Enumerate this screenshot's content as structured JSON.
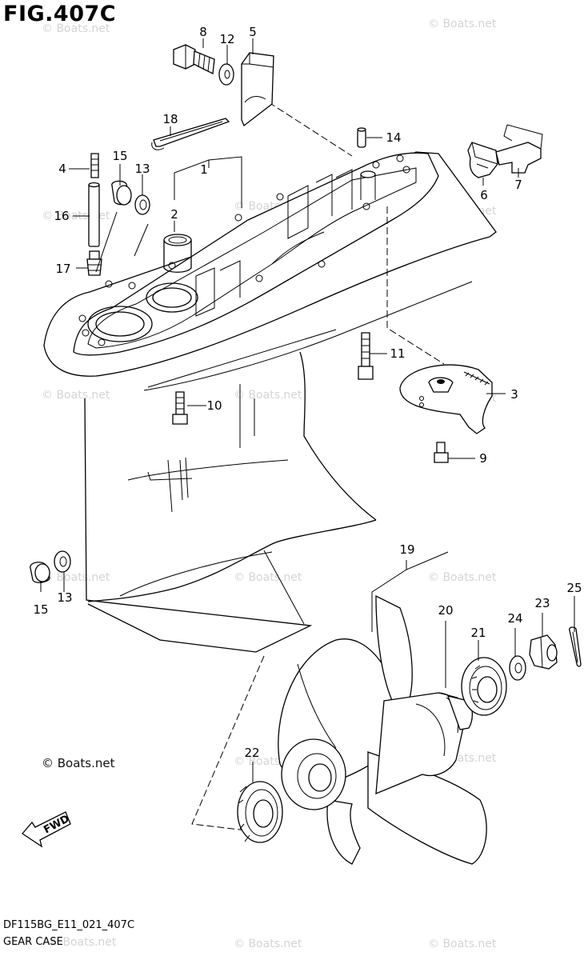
{
  "figure": {
    "title": "FIG.407C",
    "code": "DF115BG_E11_021_407C",
    "name": "GEAR CASE"
  },
  "watermark": {
    "text": "© Boats.net",
    "primary_text": "© Boats.net"
  },
  "fwd_label": "FWD",
  "parts": [
    {
      "ref": "1"
    },
    {
      "ref": "2"
    },
    {
      "ref": "3"
    },
    {
      "ref": "4"
    },
    {
      "ref": "5"
    },
    {
      "ref": "6"
    },
    {
      "ref": "7"
    },
    {
      "ref": "8"
    },
    {
      "ref": "9"
    },
    {
      "ref": "10"
    },
    {
      "ref": "11"
    },
    {
      "ref": "12"
    },
    {
      "ref": "13"
    },
    {
      "ref": "14"
    },
    {
      "ref": "15"
    },
    {
      "ref": "16"
    },
    {
      "ref": "17"
    },
    {
      "ref": "18"
    },
    {
      "ref": "19"
    },
    {
      "ref": "20"
    },
    {
      "ref": "21"
    },
    {
      "ref": "22"
    },
    {
      "ref": "23"
    },
    {
      "ref": "24"
    },
    {
      "ref": "25"
    },
    {
      "ref": "15"
    },
    {
      "ref": "13"
    }
  ]
}
